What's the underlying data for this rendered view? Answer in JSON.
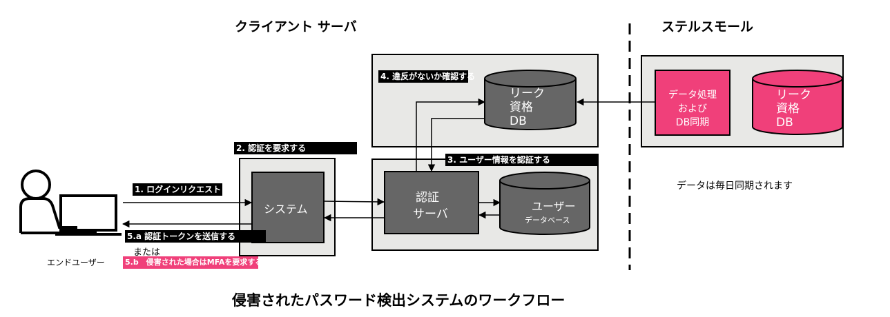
{
  "headings": {
    "client_server": "クライアント サーバ",
    "stealth_mole": "ステルスモール"
  },
  "steps": {
    "step1": "1. ログインリクエスト",
    "step2": "2. 認証を要求する",
    "step3": "3. ユーザー情報を認証する",
    "step4": "4. 違反がないか確認する",
    "step5a": "5.a 認証トークンを送信する",
    "step5a_or": "または",
    "step5b": "5.b　侵害された場合はMFAを要求する"
  },
  "nodes": {
    "end_user": "エンドユーザー",
    "system": "システム",
    "auth_server_line1": "認証",
    "auth_server_line2": "サーバ",
    "user_db_line1": "ユーザー",
    "user_db_line2": "データベース",
    "leak_db_line1": "リーク",
    "leak_db_line2": "資格",
    "leak_db_line3": "DB",
    "sync_line1": "データ処理",
    "sync_line2": "および",
    "sync_line3": "DB同期",
    "sm_leak_db_line1": "リーク",
    "sm_leak_db_line2": "資格",
    "sm_leak_db_line3": "DB"
  },
  "notes": {
    "daily_sync": "データは毎日同期されます"
  },
  "caption": "侵害されたパスワード検出システムのワークフロー",
  "colors": {
    "panel": "#e8e8e6",
    "node": "#666666",
    "accent_pink": "#f0407a",
    "label_bg": "#000000"
  }
}
